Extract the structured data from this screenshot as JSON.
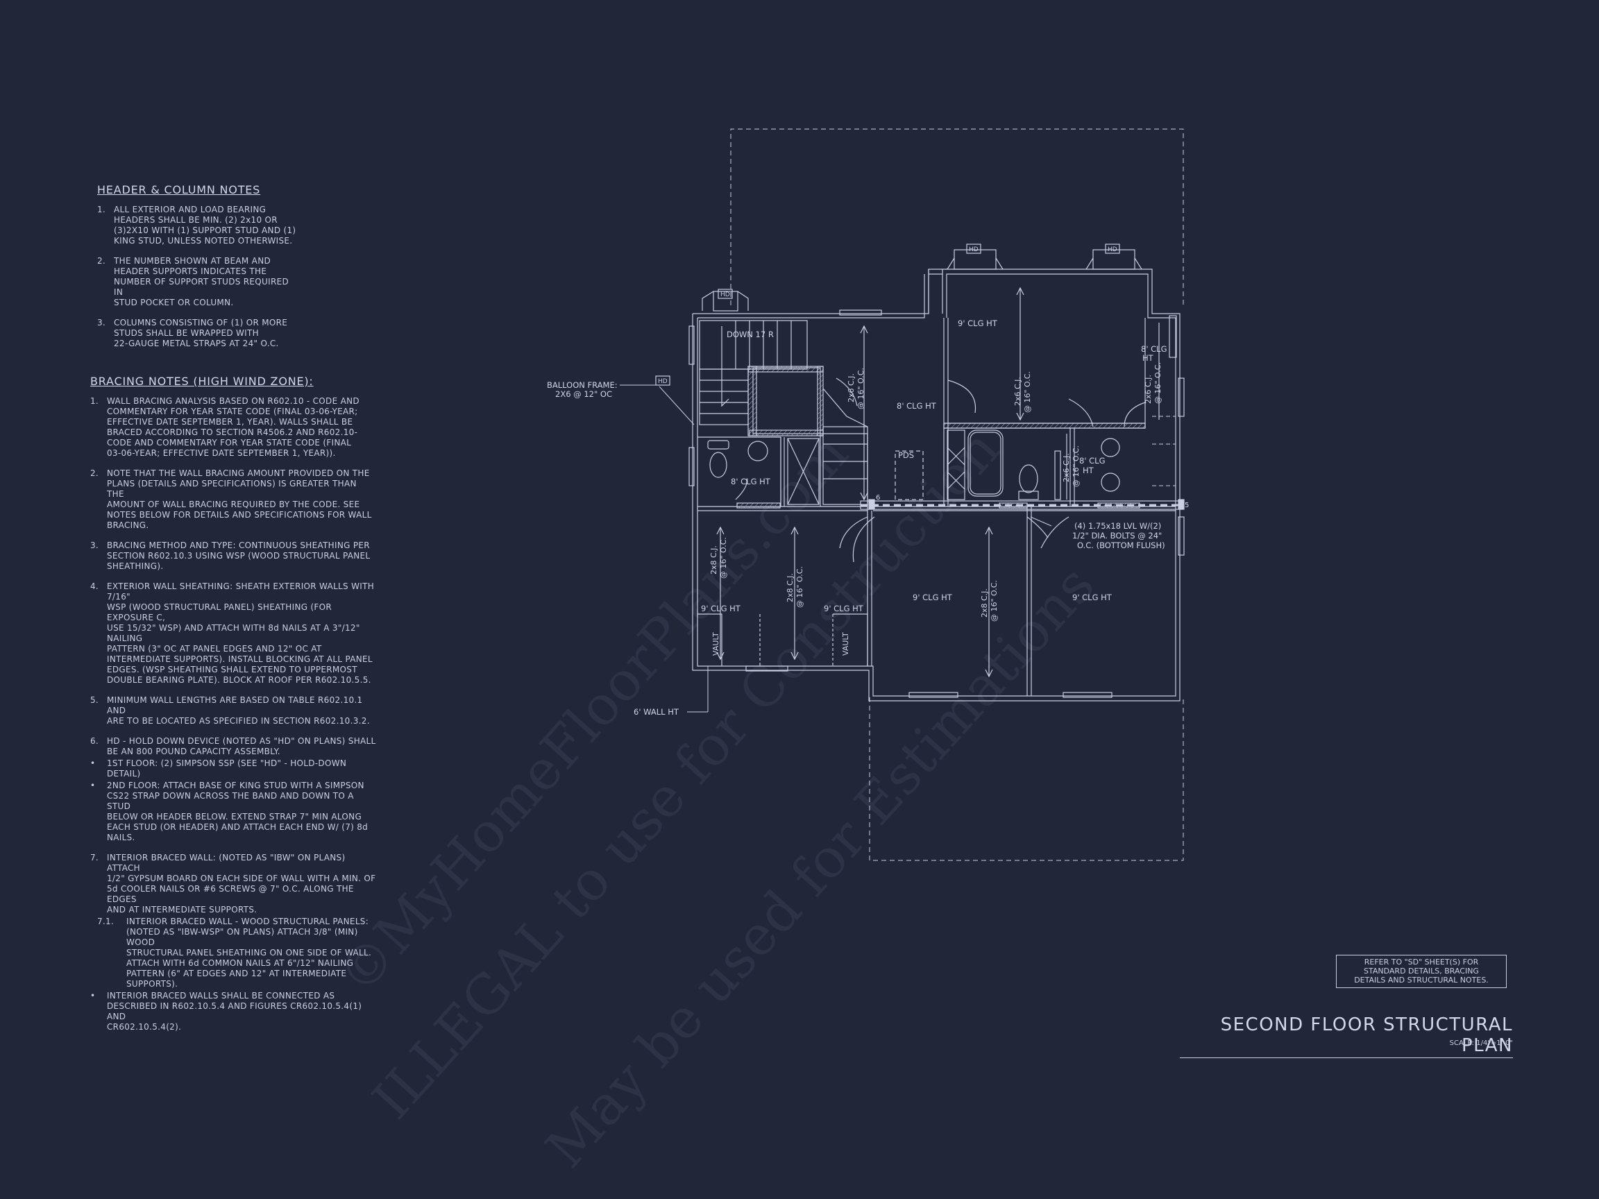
{
  "header_notes": {
    "title": "HEADER & COLUMN NOTES",
    "items": [
      {
        "num": "1.",
        "text": "ALL EXTERIOR AND LOAD BEARING\nHEADERS SHALL BE MIN. (2) 2x10 OR\n(3)2X10 WITH (1) SUPPORT STUD AND (1)\nKING STUD, UNLESS NOTED OTHERWISE."
      },
      {
        "num": "2.",
        "text": "THE NUMBER SHOWN AT BEAM AND\nHEADER SUPPORTS INDICATES THE\nNUMBER OF SUPPORT STUDS REQUIRED IN\nSTUD POCKET OR COLUMN."
      },
      {
        "num": "3.",
        "text": "COLUMNS CONSISTING OF (1) OR MORE\nSTUDS SHALL BE WRAPPED WITH\n22-GAUGE METAL STRAPS AT 24\" O.C."
      }
    ]
  },
  "bracing_notes": {
    "title": "BRACING NOTES (HIGH WIND ZONE):",
    "items": [
      {
        "num": "1.",
        "text": "WALL BRACING ANALYSIS BASED ON R602.10 - CODE AND\nCOMMENTARY FOR YEAR STATE CODE (FINAL 03-06-YEAR;\nEFFECTIVE DATE SEPTEMBER 1, YEAR). WALLS SHALL BE\nBRACED ACCORDING TO SECTION R4506.2 AND R602.10-\nCODE AND COMMENTARY FOR YEAR STATE CODE (FINAL\n03-06-YEAR; EFFECTIVE DATE SEPTEMBER 1, YEAR))."
      },
      {
        "num": "2.",
        "text": "NOTE THAT THE WALL BRACING AMOUNT PROVIDED ON THE\nPLANS (DETAILS AND SPECIFICATIONS) IS GREATER THAN THE\nAMOUNT OF WALL BRACING REQUIRED BY THE CODE. SEE\nNOTES BELOW FOR DETAILS AND SPECIFICATIONS FOR WALL\nBRACING."
      },
      {
        "num": "3.",
        "text": "BRACING METHOD AND TYPE: CONTINUOUS SHEATHING PER\nSECTION R602.10.3 USING WSP (WOOD STRUCTURAL PANEL\nSHEATHING)."
      },
      {
        "num": "4.",
        "text": "EXTERIOR WALL SHEATHING: SHEATH EXTERIOR WALLS WITH 7/16\"\nWSP (WOOD STRUCTURAL PANEL) SHEATHING (FOR EXPOSURE C,\nUSE 15/32\" WSP) AND ATTACH WITH 8d NAILS AT A 3\"/12\" NAILING\nPATTERN (3\" OC AT PANEL EDGES AND 12\" OC AT\nINTERMEDIATE SUPPORTS). INSTALL BLOCKING AT ALL PANEL\nEDGES. (WSP SHEATHING SHALL EXTEND TO UPPERMOST\nDOUBLE BEARING PLATE). BLOCK AT ROOF PER R602.10.5.5."
      },
      {
        "num": "5.",
        "text": "MINIMUM WALL LENGTHS ARE BASED ON TABLE R602.10.1 AND\nARE TO BE LOCATED AS SPECIFIED IN SECTION R602.10.3.2."
      },
      {
        "num": "6.",
        "text": "HD - HOLD DOWN DEVICE (NOTED AS \"HD\" ON PLANS) SHALL\nBE AN 800 POUND CAPACITY ASSEMBLY.",
        "tight": true
      },
      {
        "num": "•",
        "text": "1ST FLOOR: (2) SIMPSON SSP (SEE \"HD\" - HOLD-DOWN DETAIL)",
        "tight": true
      },
      {
        "num": "•",
        "text": "2ND FLOOR: ATTACH BASE OF KING STUD WITH A SIMPSON\nCS22 STRAP DOWN ACROSS THE BAND AND DOWN TO A STUD\nBELOW OR HEADER BELOW.  EXTEND STRAP 7\" MIN ALONG\nEACH STUD (OR HEADER) AND ATTACH EACH END W/ (7) 8d\nNAILS."
      },
      {
        "num": "7.",
        "text": "INTERIOR BRACED WALL: (NOTED AS \"IBW\" ON PLANS) ATTACH\n1/2\" GYPSUM BOARD ON EACH SIDE OF WALL WITH A MIN. OF\n5d COOLER NAILS OR #6 SCREWS @ 7\" O.C. ALONG THE EDGES\nAND AT INTERMEDIATE SUPPORTS.",
        "tight": true
      },
      {
        "num": "7.1.",
        "text": "INTERIOR BRACED WALL - WOOD STRUCTURAL PANELS:\n(NOTED AS \"IBW-WSP\" ON PLANS) ATTACH 3/8\" (MIN) WOOD\nSTRUCTURAL PANEL SHEATHING ON ONE SIDE OF WALL.\nATTACH WITH 6d COMMON NAILS AT 6\"/12\" NAILING\nPATTERN (6\" AT EDGES AND 12\" AT INTERMEDIATE\nSUPPORTS).",
        "sub": true
      },
      {
        "num": "•",
        "text": "INTERIOR BRACED WALLS SHALL BE CONNECTED AS\nDESCRIBED IN R602.10.5.4 AND FIGURES CR602.10.5.4(1) AND\nCR602.10.5.4(2)."
      }
    ]
  },
  "plan_labels": {
    "down": "DOWN  17 R",
    "balloon_frame_1": "BALLOON FRAME:",
    "balloon_frame_2": "2X6 @ 12\" OC",
    "wall_ht": "6' WALL HT",
    "hd": "HD",
    "pds": "PDS",
    "clg_9": "9' CLG HT",
    "clg_8": "8' CLG HT",
    "clg_8_short_1": "8' CLG",
    "clg_8_short_2": "HT",
    "cj_1": "2x6 C.J.",
    "cj_2": "@ 16\" O.C.",
    "cj_8_1": "2x8 C.J.",
    "vault": "VAULT",
    "beam_1": "(4) 1.75x18 LVL W/(2)",
    "beam_2": "1/2\" DIA. BOLTS @ 24\"",
    "beam_3": "O.C. (BOTTOM FLUSH)",
    "stud_6": "6",
    "stud_5": "5"
  },
  "reference_note": "REFER TO \"SD\" SHEET(S) FOR\nSTANDARD DETAILS, BRACING\nDETAILS AND STRUCTURAL NOTES.",
  "sheet_title": "SECOND FLOOR STRUCTURAL PLAN",
  "sheet_scale": "SCALE: 1/4\"=1'-0\"",
  "watermark": {
    "line1": "©MyHomeFloorPlans.com",
    "line2": "ILLEGAL to use for Construction",
    "line3": "May be used for Estimations"
  },
  "colors": {
    "background": "#212639",
    "linework": "#c9d0e4",
    "hatch": "#9aa2b8"
  }
}
